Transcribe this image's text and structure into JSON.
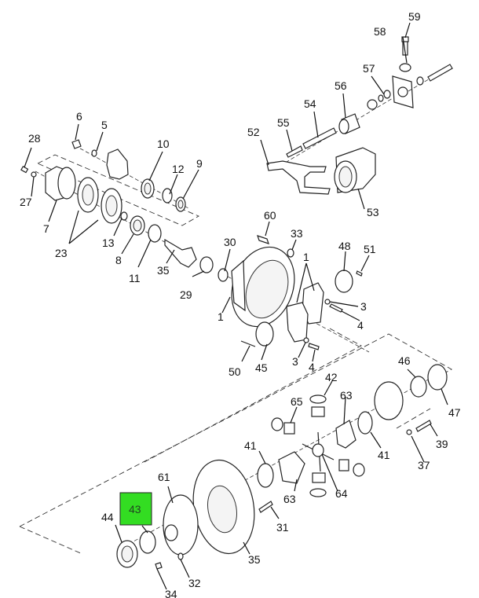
{
  "diagram": {
    "type": "exploded-parts-view",
    "subject": "axle differential and carrier assembly",
    "highlight": {
      "label": "43",
      "color": "#33DD22"
    },
    "callouts": [
      {
        "id": "c59",
        "label": "59"
      },
      {
        "id": "c58",
        "label": "58"
      },
      {
        "id": "c57",
        "label": "57"
      },
      {
        "id": "c56",
        "label": "56"
      },
      {
        "id": "c54",
        "label": "54"
      },
      {
        "id": "c55",
        "label": "55"
      },
      {
        "id": "c52",
        "label": "52"
      },
      {
        "id": "c53",
        "label": "53"
      },
      {
        "id": "c28",
        "label": "28"
      },
      {
        "id": "c6",
        "label": "6"
      },
      {
        "id": "c5",
        "label": "5"
      },
      {
        "id": "c10",
        "label": "10"
      },
      {
        "id": "c12",
        "label": "12"
      },
      {
        "id": "c9",
        "label": "9"
      },
      {
        "id": "c27",
        "label": "27"
      },
      {
        "id": "c7",
        "label": "7"
      },
      {
        "id": "c23",
        "label": "23"
      },
      {
        "id": "c13",
        "label": "13"
      },
      {
        "id": "c8",
        "label": "8"
      },
      {
        "id": "c11",
        "label": "11"
      },
      {
        "id": "c35a",
        "label": "35"
      },
      {
        "id": "c29",
        "label": "29"
      },
      {
        "id": "c30",
        "label": "30"
      },
      {
        "id": "c60",
        "label": "60"
      },
      {
        "id": "c33",
        "label": "33"
      },
      {
        "id": "c1a",
        "label": "1"
      },
      {
        "id": "c1b",
        "label": "1"
      },
      {
        "id": "c48",
        "label": "48"
      },
      {
        "id": "c51",
        "label": "51"
      },
      {
        "id": "c3a",
        "label": "3"
      },
      {
        "id": "c4a",
        "label": "4"
      },
      {
        "id": "c50",
        "label": "50"
      },
      {
        "id": "c45",
        "label": "45"
      },
      {
        "id": "c3b",
        "label": "3"
      },
      {
        "id": "c4b",
        "label": "4"
      },
      {
        "id": "c42",
        "label": "42"
      },
      {
        "id": "c46",
        "label": "46"
      },
      {
        "id": "c47",
        "label": "47"
      },
      {
        "id": "c65",
        "label": "65"
      },
      {
        "id": "c63a",
        "label": "63"
      },
      {
        "id": "c41a",
        "label": "41"
      },
      {
        "id": "c41b",
        "label": "41"
      },
      {
        "id": "c39",
        "label": "39"
      },
      {
        "id": "c37",
        "label": "37"
      },
      {
        "id": "c63b",
        "label": "63"
      },
      {
        "id": "c64",
        "label": "64"
      },
      {
        "id": "c61",
        "label": "61"
      },
      {
        "id": "c44",
        "label": "44"
      },
      {
        "id": "c31",
        "label": "31"
      },
      {
        "id": "c35b",
        "label": "35"
      },
      {
        "id": "c32",
        "label": "32"
      },
      {
        "id": "c34",
        "label": "34"
      }
    ]
  }
}
